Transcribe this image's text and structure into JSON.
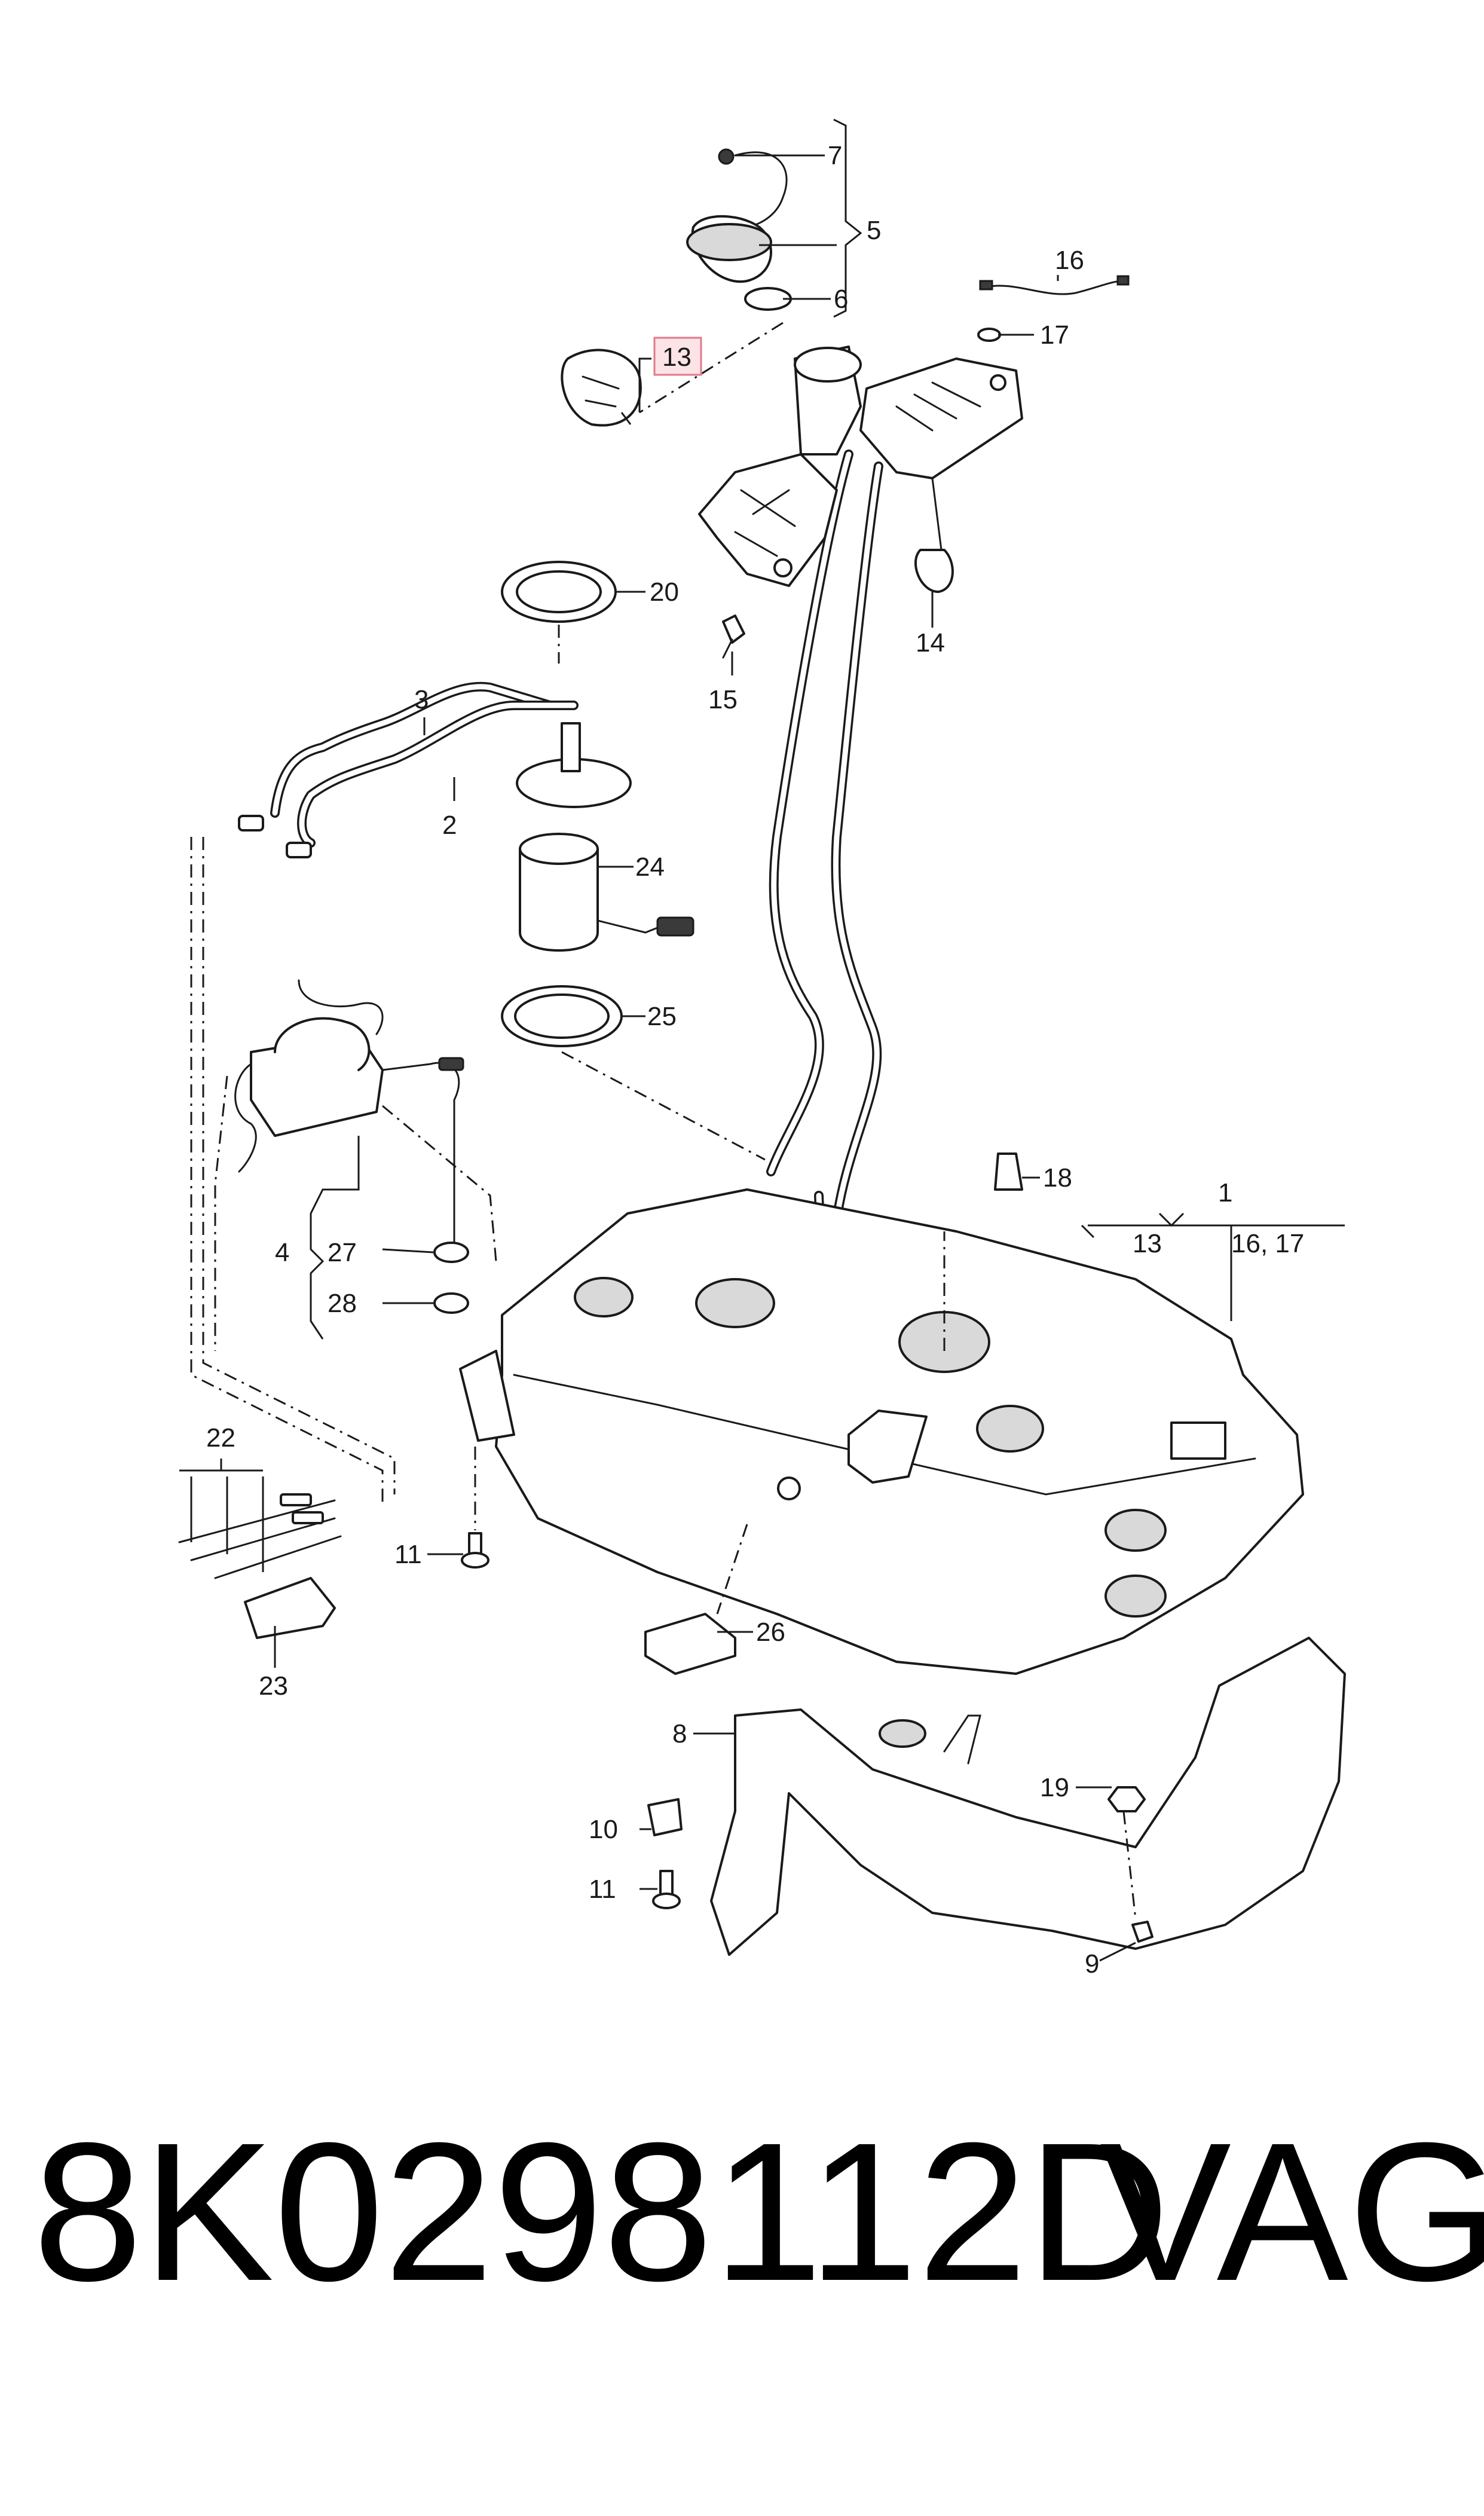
{
  "diagram": {
    "callouts": {
      "c1": "1",
      "c2": "2",
      "c3": "3",
      "c4": "4",
      "c5": "5",
      "c6": "6",
      "c7": "7",
      "c8": "8",
      "c9": "9",
      "c10": "10",
      "c11a": "11",
      "c11b": "11",
      "c13a": "13",
      "c13b": "13",
      "c14": "14",
      "c15": "15",
      "c16": "16",
      "c1617": "16, 17",
      "c17": "17",
      "c18": "18",
      "c19": "19",
      "c20": "20",
      "c22": "22",
      "c23": "23",
      "c24": "24",
      "c25": "25",
      "c26": "26",
      "c27": "27",
      "c28": "28"
    },
    "highlighted_callout": "13",
    "colors": {
      "line": "#1a1a1a",
      "highlight_fill": "#fbe3e6",
      "highlight_border": "#e07a8a"
    }
  },
  "footer": {
    "part_number": "8K0298112D",
    "brand": "VAG"
  }
}
